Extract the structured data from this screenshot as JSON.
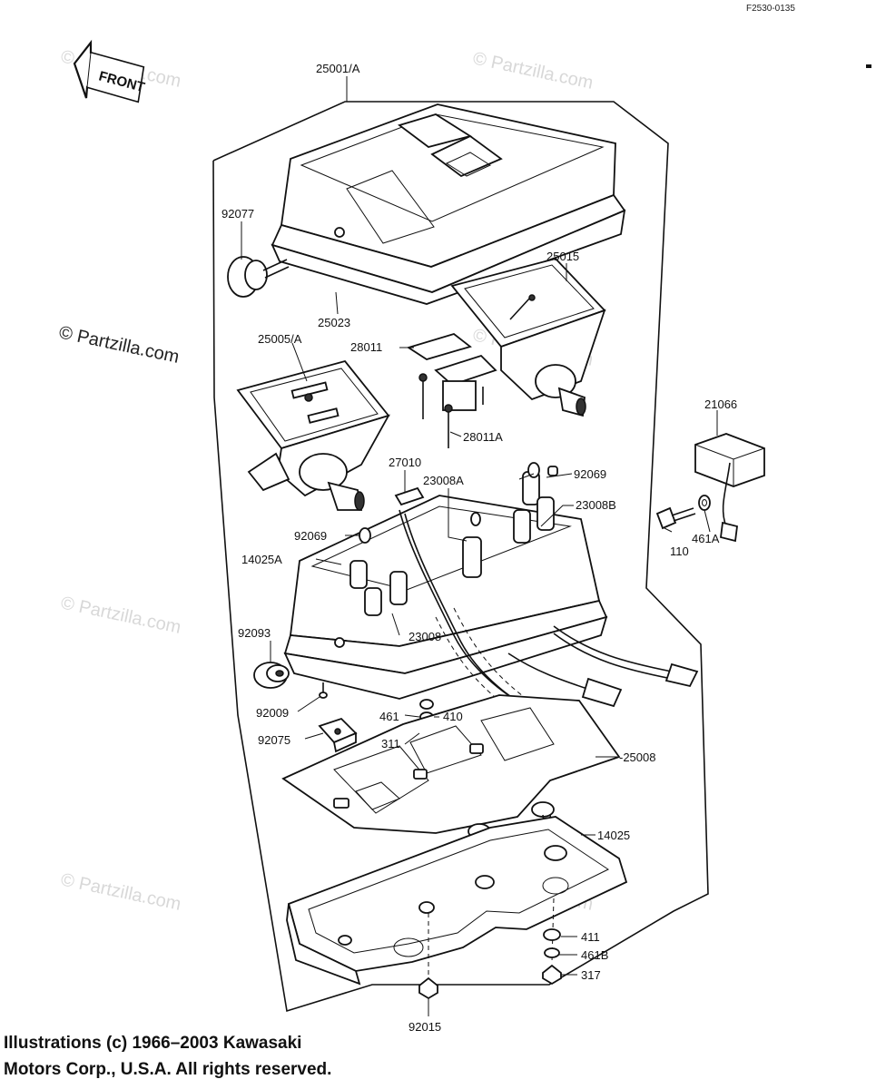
{
  "ref_code": "F2530-0135",
  "front_label": "FRONT",
  "watermark": {
    "main": "© Partzilla.com",
    "faint": "© Partzilla.com"
  },
  "parts": [
    {
      "id": "p25001a",
      "label": "25001/A"
    },
    {
      "id": "p92077",
      "label": "92077"
    },
    {
      "id": "p25023",
      "label": "25023"
    },
    {
      "id": "p25015",
      "label": "25015"
    },
    {
      "id": "p28011",
      "label": "28011"
    },
    {
      "id": "p25005a",
      "label": "25005/A"
    },
    {
      "id": "p28011a",
      "label": "28011A"
    },
    {
      "id": "p21066",
      "label": "21066"
    },
    {
      "id": "p27010",
      "label": "27010"
    },
    {
      "id": "p23008a",
      "label": "23008A"
    },
    {
      "id": "p92069a",
      "label": "92069"
    },
    {
      "id": "p23008b",
      "label": "23008B"
    },
    {
      "id": "p92069b",
      "label": "92069"
    },
    {
      "id": "p14025a",
      "label": "14025A"
    },
    {
      "id": "p110",
      "label": "110"
    },
    {
      "id": "p461a",
      "label": "461A"
    },
    {
      "id": "p92093",
      "label": "92093"
    },
    {
      "id": "p23008",
      "label": "23008"
    },
    {
      "id": "p92009",
      "label": "92009"
    },
    {
      "id": "p461",
      "label": "461"
    },
    {
      "id": "p410",
      "label": "410"
    },
    {
      "id": "p92075",
      "label": "92075"
    },
    {
      "id": "p311",
      "label": "311"
    },
    {
      "id": "p25008",
      "label": "-25008"
    },
    {
      "id": "p14025",
      "label": "14025"
    },
    {
      "id": "p411",
      "label": "411"
    },
    {
      "id": "p461b",
      "label": "461B"
    },
    {
      "id": "p317",
      "label": "317"
    },
    {
      "id": "p92015",
      "label": "92015"
    }
  ],
  "copyright": {
    "line1": "Illustrations (c) 1966–2003 Kawasaki",
    "line2": "Motors Corp., U.S.A.  All rights reserved."
  }
}
